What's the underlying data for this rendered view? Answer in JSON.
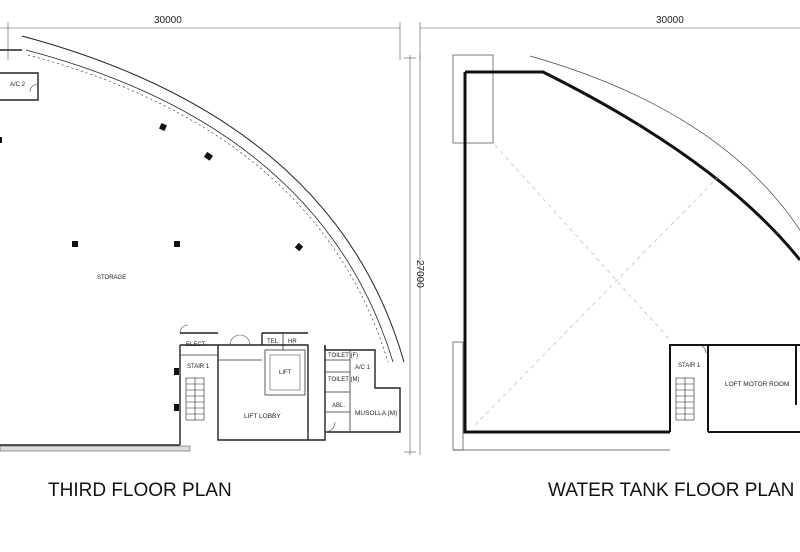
{
  "dimensions": {
    "third_width": "30000",
    "water_width": "30000",
    "height": "27000"
  },
  "third_floor": {
    "caption": "THIRD FLOOR PLAN",
    "rooms": {
      "ac2": "A/C 2",
      "storage": "STORAGE",
      "elect": "ELECT.",
      "stair": "STAIR 1",
      "tel": "TEL",
      "hr": "HR",
      "lift": "LIFT",
      "lift_lobby": "LIFT LOBBY",
      "toilet_f": "TOILET (F)",
      "toilet_m": "TOILET (M)",
      "ac1": "A/C 1",
      "abl": "ABL.",
      "musolla": "MUSOLLA (M)"
    }
  },
  "water_tank_floor": {
    "caption": "WATER TANK FLOOR PLAN",
    "rooms": {
      "stair": "STAIR 1",
      "loft_motor": "LOFT MOTOR ROOM"
    }
  }
}
